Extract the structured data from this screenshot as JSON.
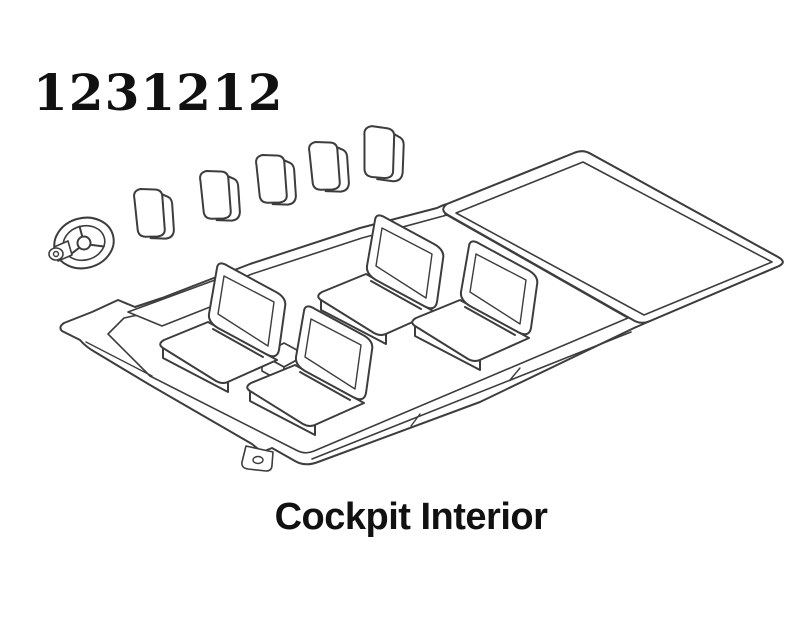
{
  "part": {
    "number": "1231212",
    "caption": "Cockpit Interior"
  },
  "illustration": {
    "name": "cockpit-interior-exploded-parts-diagram",
    "headrest_count": 5,
    "components": [
      "cockpit-tub",
      "rear-deck-panel",
      "rear-seat-left",
      "rear-seat-right",
      "front-seat-left",
      "front-seat-right",
      "center-console",
      "headrests",
      "steering-wheel"
    ]
  },
  "colors": {
    "line": "#3d3d3d",
    "text": "#111111",
    "background": "#ffffff"
  }
}
